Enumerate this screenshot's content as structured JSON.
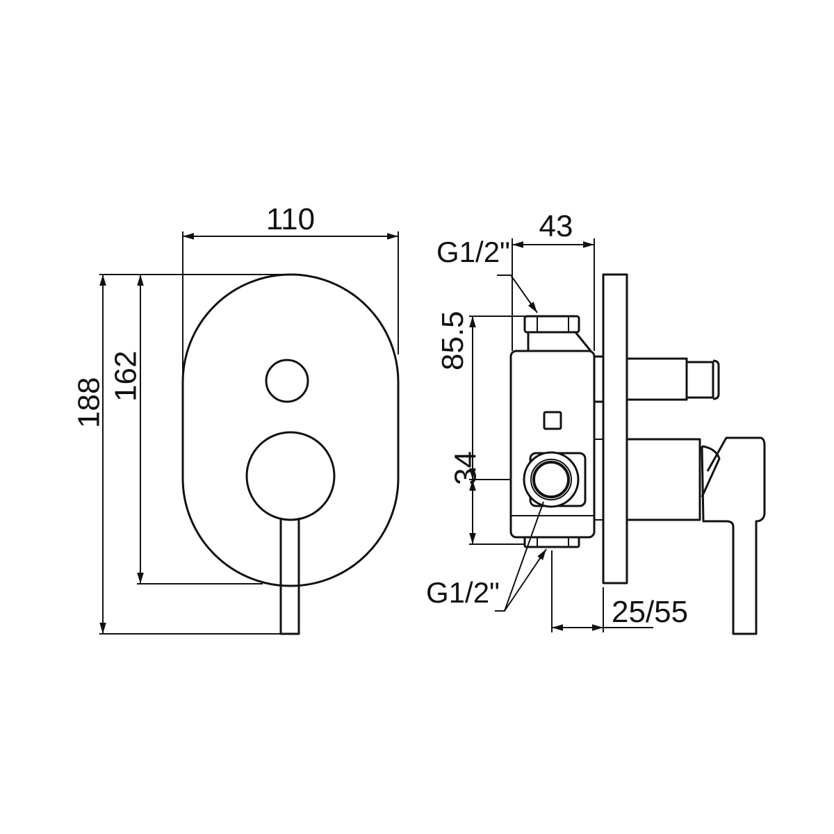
{
  "front_view": {
    "width_label": "110",
    "total_height_label": "188",
    "plate_height_label": "162"
  },
  "side_view": {
    "depth_label": "43",
    "top_thread_label": "G1/2\"",
    "upper_height_label": "85.5",
    "lower_height_label": "34",
    "bottom_thread_label": "G1/2\"",
    "adjust_range_label": "25/55"
  },
  "colors": {
    "line": "#111111",
    "background": "#ffffff"
  }
}
